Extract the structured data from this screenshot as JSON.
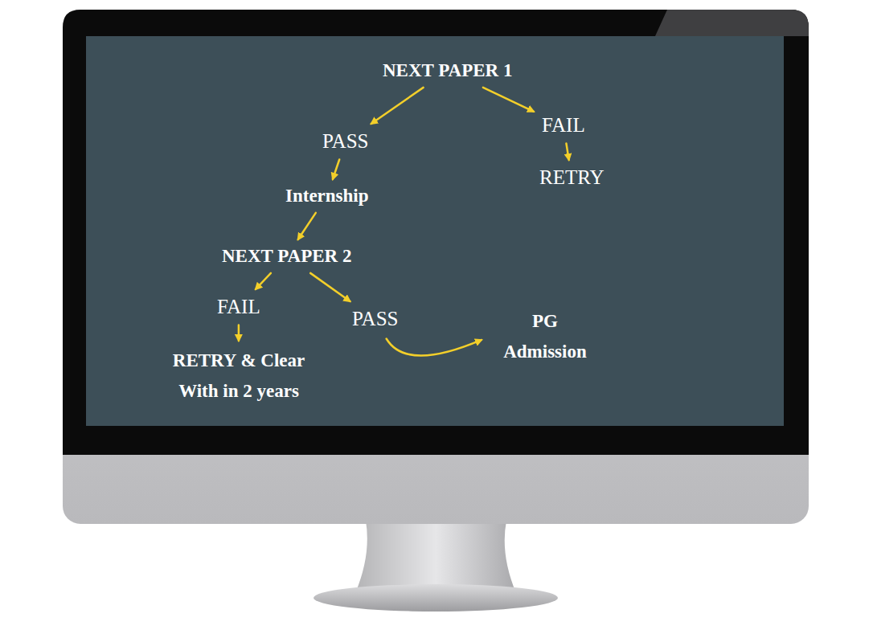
{
  "diagram": {
    "nodes": [
      {
        "text": [
          "NEXT PAPER 1"
        ]
      },
      {
        "text": [
          "PASS"
        ]
      },
      {
        "text": [
          "FAIL"
        ]
      },
      {
        "text": [
          "Internship"
        ]
      },
      {
        "text": [
          "RETRY"
        ]
      },
      {
        "text": [
          "NEXT PAPER 2"
        ]
      },
      {
        "text": [
          "FAIL"
        ]
      },
      {
        "text": [
          "PASS"
        ]
      },
      {
        "text": [
          "PG Admission"
        ]
      },
      {
        "text": [
          "RETRY & Clear With in 2 years"
        ]
      }
    ],
    "edges": [
      {
        "from": 0,
        "to": 1,
        "arrow": "to"
      },
      {
        "from": 0,
        "to": 2,
        "arrow": "to"
      },
      {
        "from": 1,
        "to": 3,
        "arrow": "to"
      },
      {
        "from": 2,
        "to": 4,
        "arrow": "to"
      },
      {
        "from": 3,
        "to": 5,
        "arrow": "to"
      },
      {
        "from": 5,
        "to": 6,
        "arrow": "to"
      },
      {
        "from": 5,
        "to": 7,
        "arrow": "to"
      },
      {
        "from": 6,
        "to": 9,
        "arrow": "to"
      },
      {
        "from": 7,
        "to": 8,
        "arrow": "to"
      }
    ]
  }
}
